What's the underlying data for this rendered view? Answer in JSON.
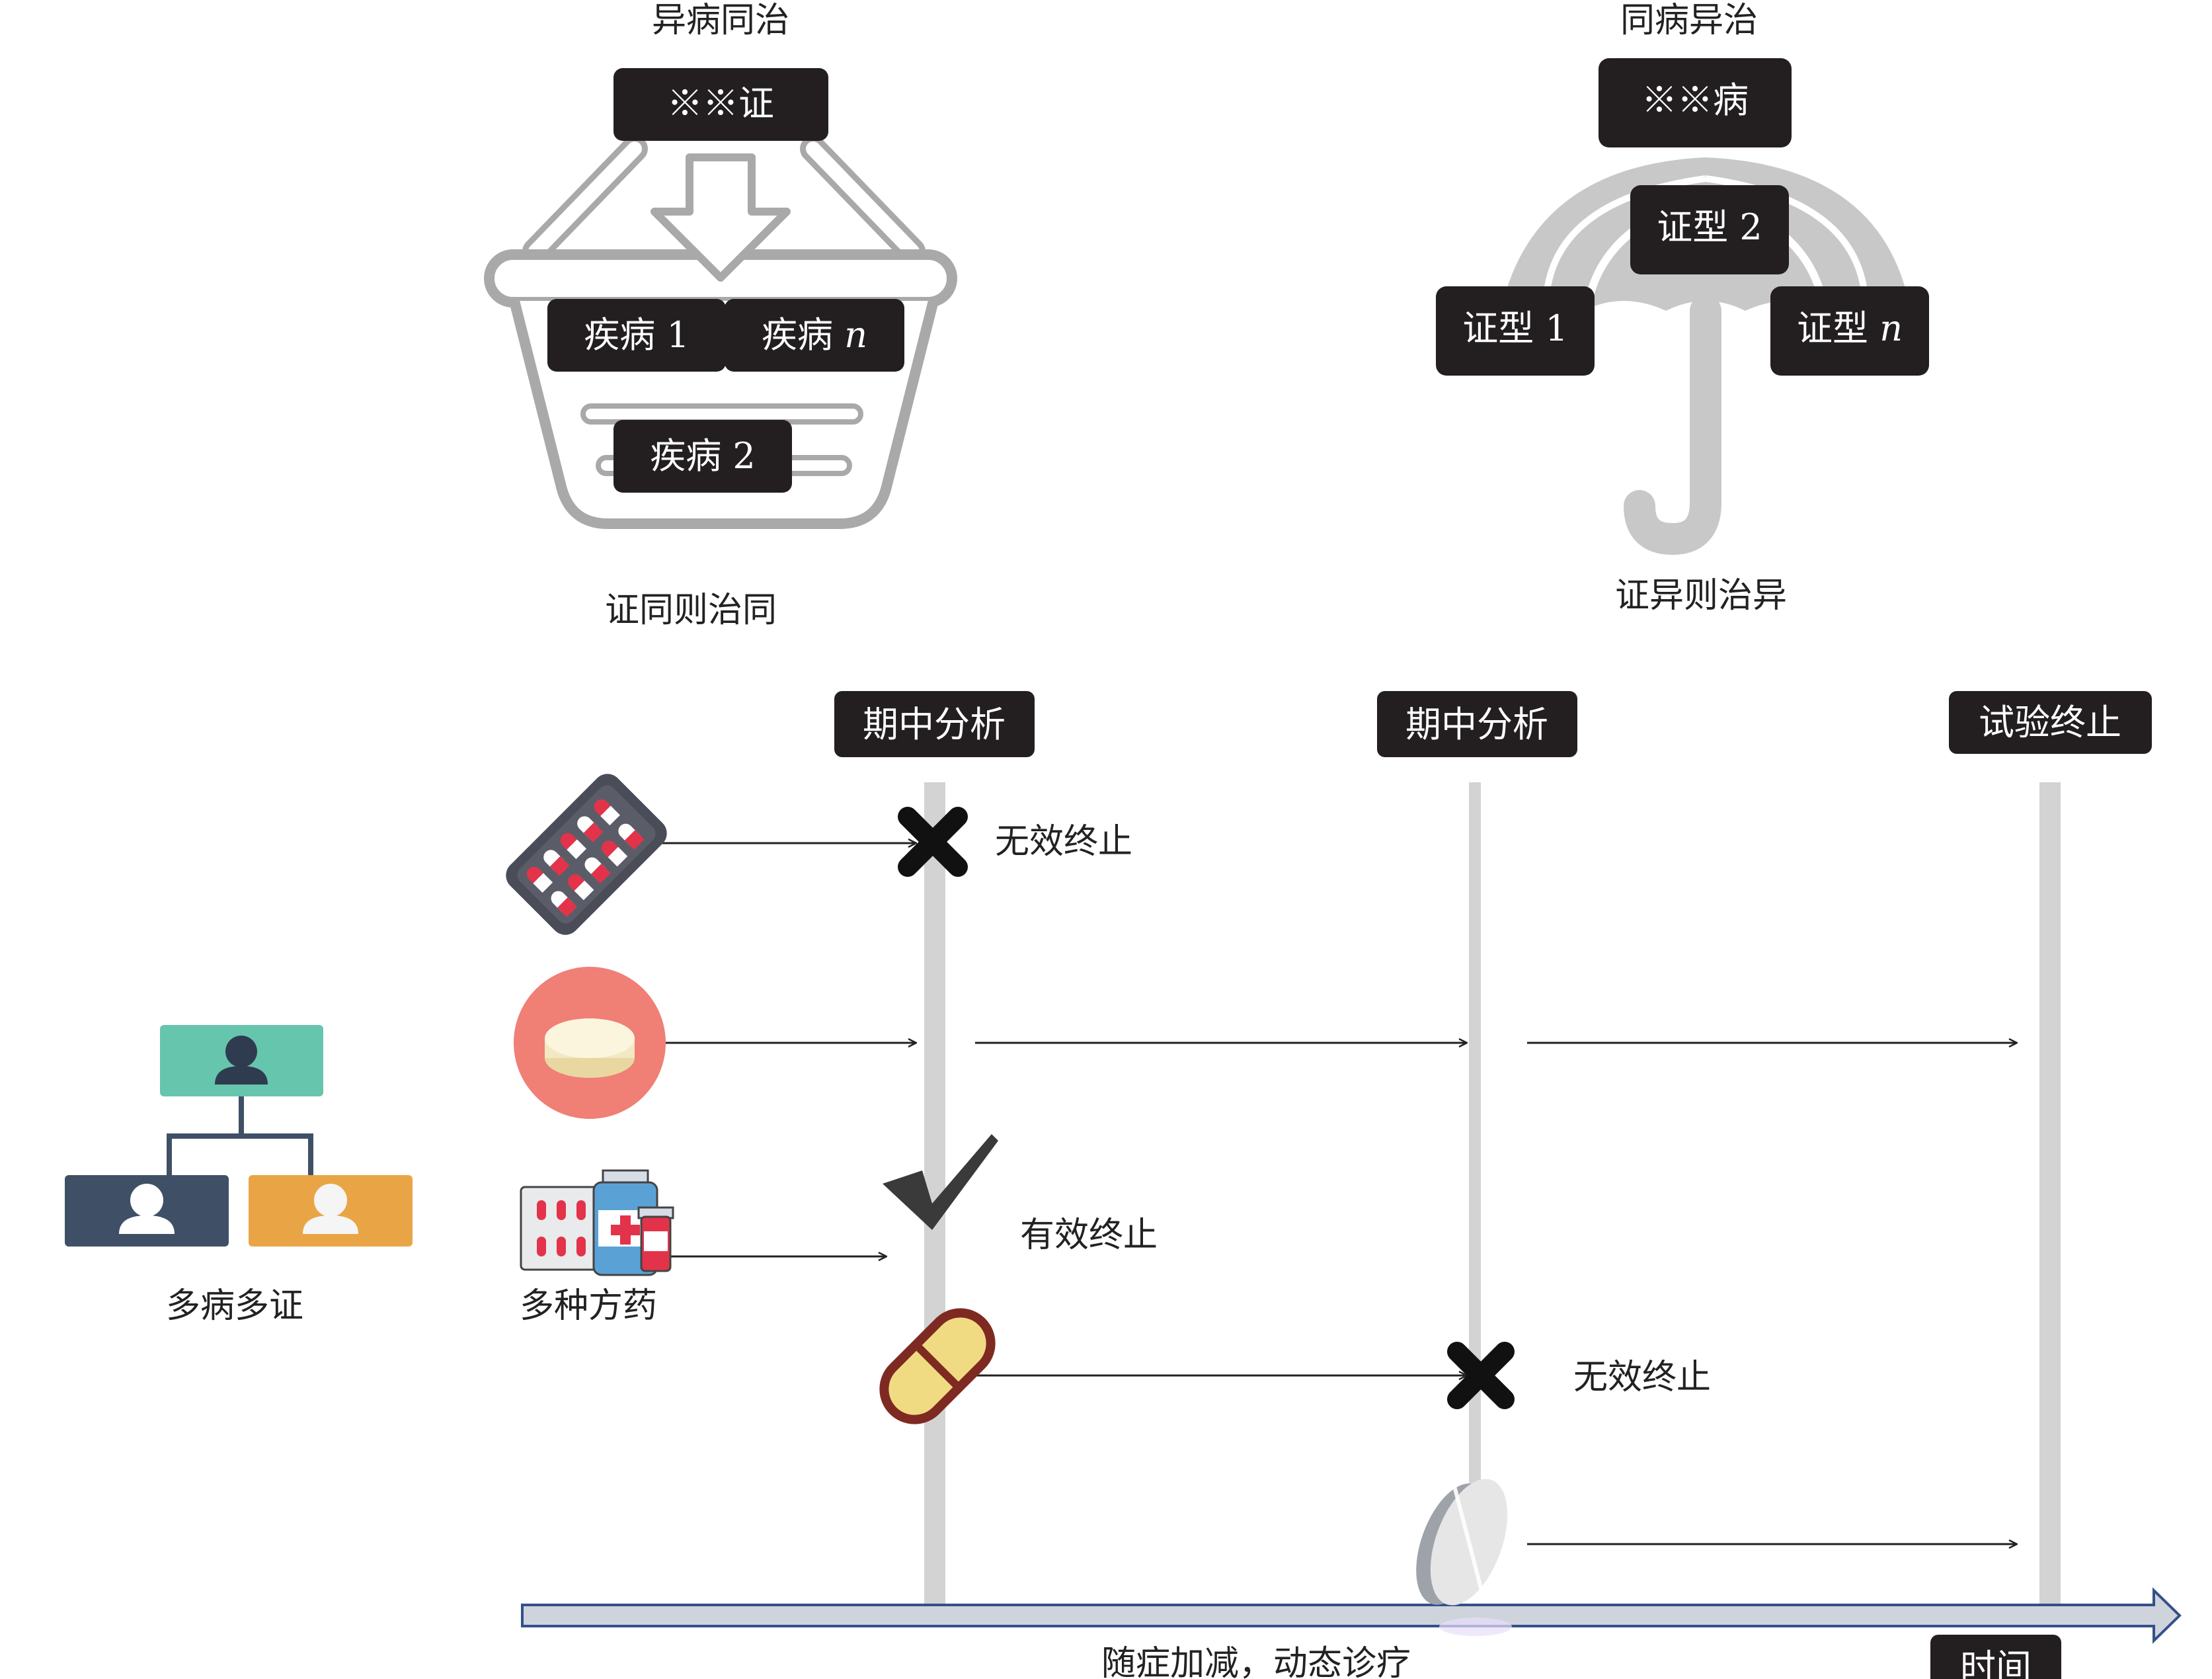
{
  "top_left": {
    "title": "异病同治",
    "syndrome": "※※证",
    "disease_1": "疾病 1",
    "disease_n_prefix": "疾病 ",
    "disease_n_suffix": "n",
    "disease_2": "疾病 2",
    "caption": "证同则治同"
  },
  "top_right": {
    "title": "同病异治",
    "disease": "※※病",
    "type_2": "证型 2",
    "type_1": "证型 1",
    "type_n_prefix": "证型 ",
    "type_n_suffix": "n",
    "caption": "证异则治异"
  },
  "timeline": {
    "interim_1": "期中分析",
    "interim_2": "期中分析",
    "trial_end": "试验终止",
    "time": "时间",
    "axis_caption": "随症加减，动态诊疗",
    "futility_1": "无效终止",
    "efficacy": "有效终止",
    "futility_2": "无效终止"
  },
  "left": {
    "multi_label": "多病多证",
    "drugs_label": "多种方药"
  },
  "colors": {
    "box": "#231f20",
    "grey_shape": "#c8c8c8",
    "teal": "#66c5ad",
    "navy": "#3f5066",
    "orange": "#e9a545",
    "axis_blue": "#34508a",
    "pill_red": "#e3334a",
    "salmon": "#f07f76",
    "capsule_yellow": "#f1db82",
    "capsule_border": "#7e2a22"
  }
}
